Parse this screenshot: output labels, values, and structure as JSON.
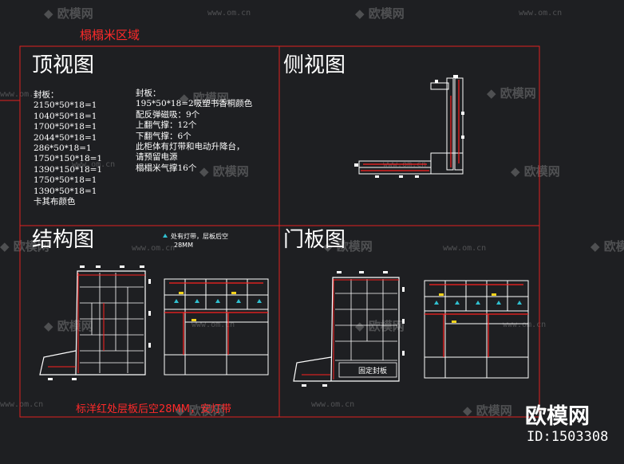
{
  "watermark": {
    "name": "欧模网",
    "url": "www.om.cn"
  },
  "region_title": "榻榻米区域",
  "views": {
    "top": "顶视图",
    "side": "侧视图",
    "structure": "结构图",
    "door": "门板图"
  },
  "notes_left": "封板：\n2150*50*18=1\n1040*50*18=1\n1700*50*18=1\n2044*50*18=1\n286*50*18=1\n1750*150*18=1\n1390*150*18=1\n1750*50*18=1\n1390*50*18=1\n卡其布颜色",
  "notes_right": "封板：\n195*50*18=2吸塑书香桐颜色\n配反弹磁吸：9个\n上翻气撑：12个\n下翻气撑：6个\n此柜体有灯带和电动升降台，\n请预留电源\n榻榻米气撑16个",
  "light_note_line1": "处有灯带，层板后空",
  "light_note_line2": "28MM",
  "red_note": "标洋红处层板后空28MM，安灯带",
  "fixed_panel": "固定封板",
  "brand": {
    "name": "欧模网",
    "id": "ID:1503308"
  },
  "colors": {
    "frame": "#ff2020",
    "panel": "#ffffff",
    "accent": "#ff2a2a"
  }
}
